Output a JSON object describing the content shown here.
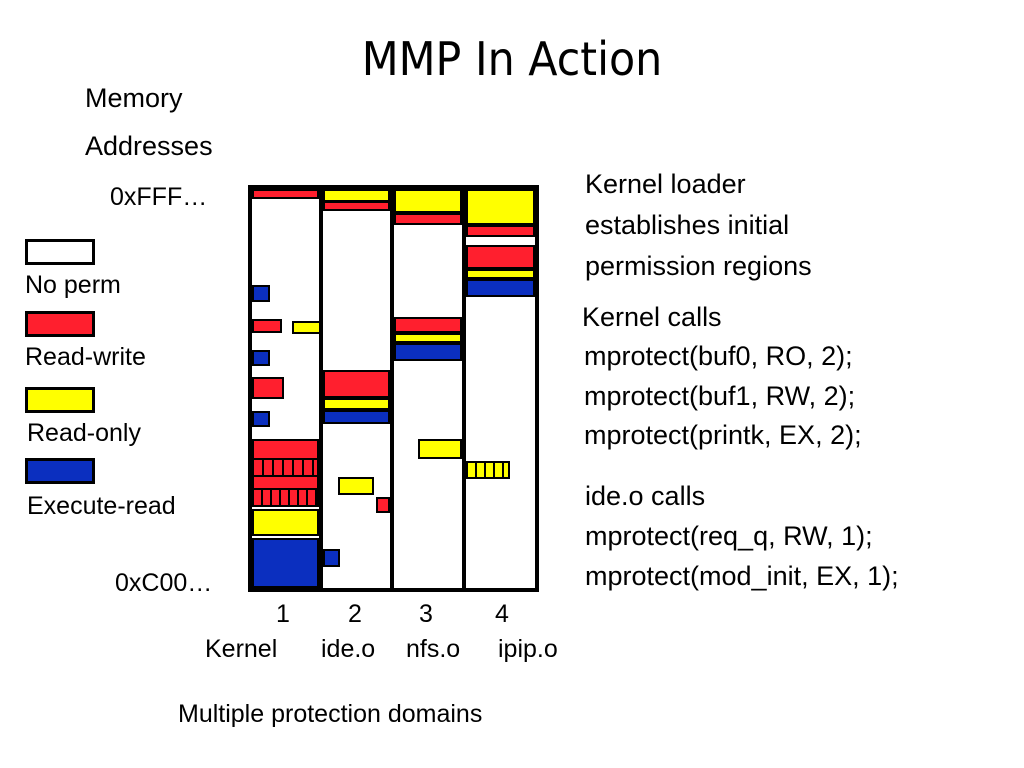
{
  "title": "MMP In Action",
  "axis": {
    "label_line1": "Memory",
    "label_line2": "Addresses",
    "top_address": "0xFFF…",
    "bottom_address": "0xC00…"
  },
  "legend": [
    {
      "label": "No perm",
      "color": "#ffffff"
    },
    {
      "label": "Read-write",
      "color": "#ff1f2e"
    },
    {
      "label": "Read-only",
      "color": "#ffff00"
    },
    {
      "label": "Execute-read",
      "color": "#0b2fbf"
    }
  ],
  "domains": [
    {
      "number": "1",
      "name": "Kernel"
    },
    {
      "number": "2",
      "name": "ide.o"
    },
    {
      "number": "3",
      "name": "nfs.o"
    },
    {
      "number": "4",
      "name": "ipip.o"
    }
  ],
  "footer": "Multiple protection domains",
  "notes": [
    {
      "lines": [
        "Kernel loader",
        "establishes initial",
        "permission regions"
      ]
    },
    {
      "lines": [
        "Kernel calls",
        "mprotect(buf0, RO, 2);",
        "mprotect(buf1, RW, 2);",
        "mprotect(printk, EX, 2);"
      ]
    },
    {
      "lines": [
        "ide.o calls",
        "mprotect(req_q, RW, 1);",
        "mprotect(mod_init, EX, 1);"
      ]
    }
  ],
  "colors": {
    "red": "#ff1f2e",
    "yellow": "#ffff00",
    "blue": "#0b2fbf"
  }
}
